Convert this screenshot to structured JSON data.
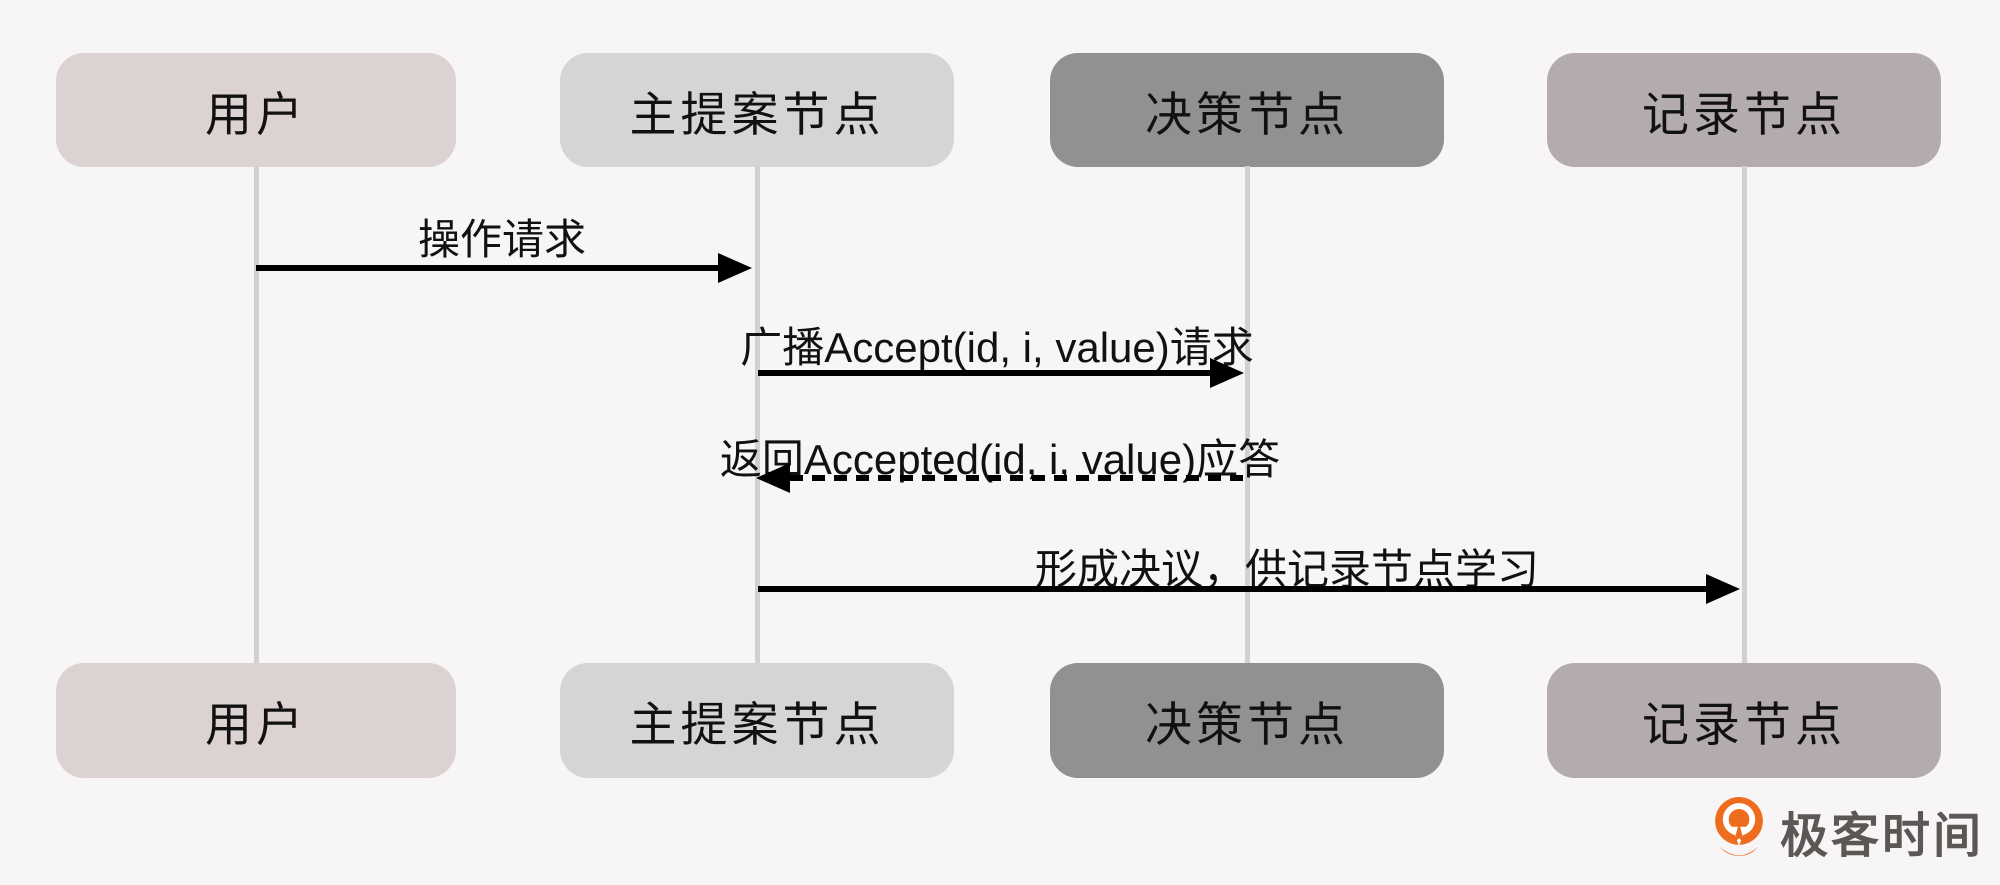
{
  "diagram": {
    "type": "sequence-diagram",
    "actors": [
      {
        "label": "用户",
        "color": "#ddd2d2"
      },
      {
        "label": "主提案节点",
        "color": "#d6d5d5"
      },
      {
        "label": "决策节点",
        "color": "#919191"
      },
      {
        "label": "记录节点",
        "color": "#b4abac"
      }
    ],
    "messages": [
      {
        "label": "操作请求",
        "from": "用户",
        "to": "主提案节点",
        "line": "solid",
        "direction": "right"
      },
      {
        "label": "广播Accept(id, i, value)请求",
        "from": "主提案节点",
        "to": "决策节点",
        "line": "solid",
        "direction": "right"
      },
      {
        "label": "返回Accepted(id, i, value)应答",
        "from": "决策节点",
        "to": "主提案节点",
        "line": "dashed",
        "direction": "left"
      },
      {
        "label": "形成决议，供记录节点学习",
        "from": "主提案节点",
        "to": "记录节点",
        "line": "solid",
        "direction": "right"
      }
    ],
    "colors": {
      "background": "#f7f5f5",
      "arrow": "#000000",
      "lifeline": "#d2d0d0",
      "label_text": "#111111"
    }
  },
  "branding": {
    "logo_text": "极客时间",
    "logo_text_color": "#5a5755",
    "logo_icon": "geektime-pin-icon",
    "logo_icon_color": "#ed6c1e"
  }
}
